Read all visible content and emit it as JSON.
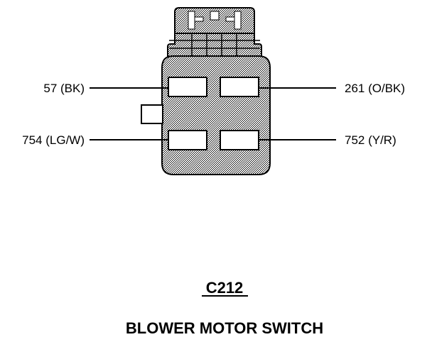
{
  "connector": {
    "id": "C212",
    "component": "BLOWER MOTOR SWITCH"
  },
  "pins": {
    "top_left": "57 (BK)",
    "top_right": "261 (O/BK)",
    "bottom_left": "754 (LG/W)",
    "bottom_right": "752 (Y/R)"
  }
}
